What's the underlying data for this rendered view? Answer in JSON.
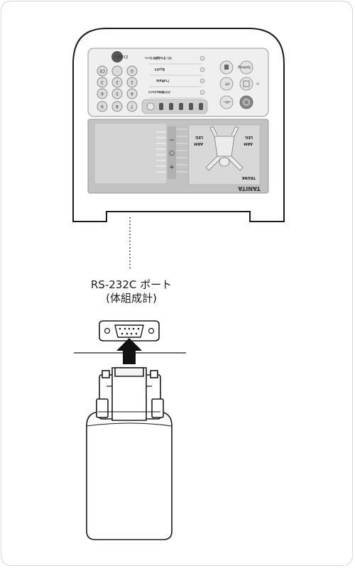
{
  "device": {
    "brand": "TANITA",
    "enter_label": "Enter",
    "setting_label": "Setting",
    "pt_label": "PT",
    "zero_label": "→0←",
    "keypad": [
      "CE",
      "0",
      "·",
      "3",
      "2",
      "1",
      "6",
      "5",
      "4",
      "9",
      "8",
      "7"
    ],
    "menu_rows": [
      {
        "label": "Height",
        "range": "90.0 - 249.9cm"
      },
      {
        "label": "Age",
        "range": "5 - 99"
      },
      {
        "label": "Male",
        "range": "Female"
      },
      {
        "label": "Standard",
        "range": "Athletic"
      }
    ],
    "body_labels": {
      "arm_left": "ARM",
      "leg_left": "LEG",
      "arm_right": "ARM",
      "leg_right": "LEG",
      "trunk": "TRUNK"
    },
    "slider_marks": [
      "−",
      "○",
      "+"
    ]
  },
  "port_caption": {
    "line1": "RS-232C ポート",
    "line2": "(体組成計)"
  },
  "colors": {
    "stroke": "#1a1a1a",
    "panel": "#ececec",
    "display": "#b9b9b9",
    "arrow": "#111111"
  }
}
